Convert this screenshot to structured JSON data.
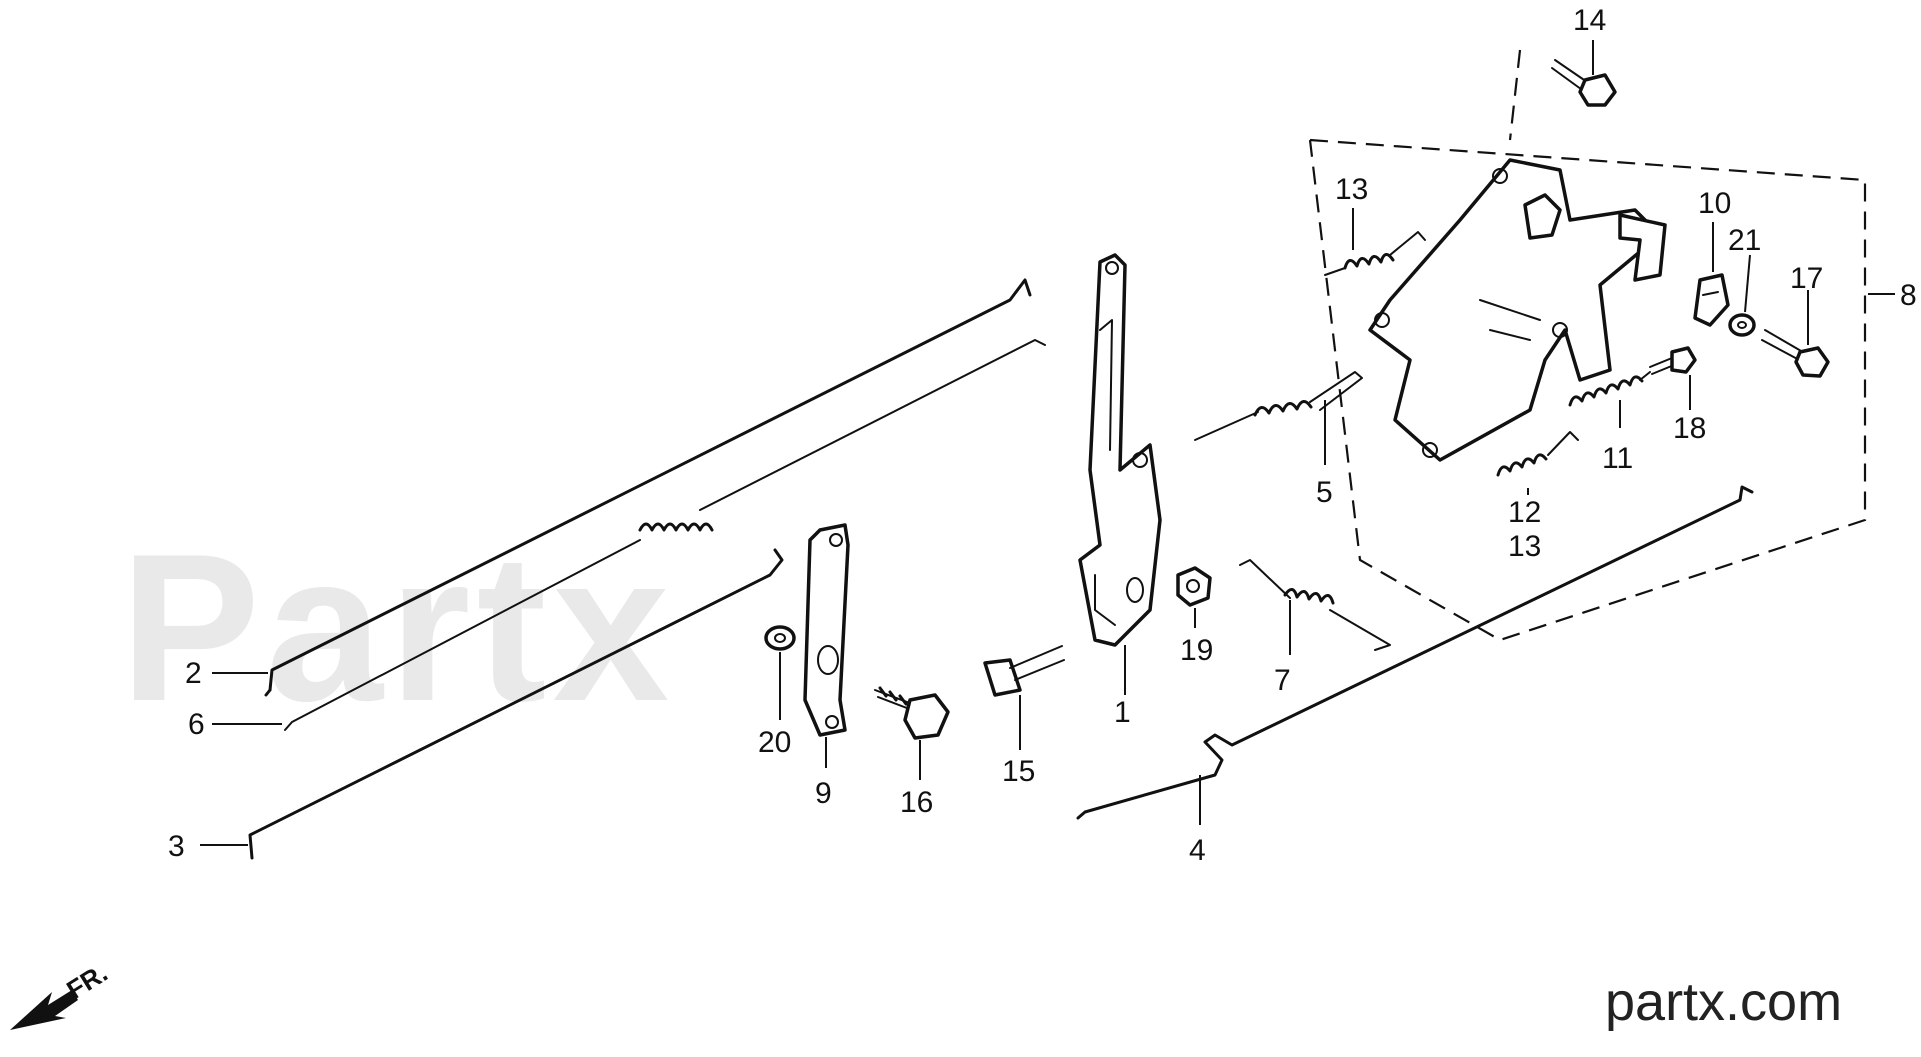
{
  "callouts": {
    "p1": "1",
    "p2": "2",
    "p3": "3",
    "p4": "4",
    "p5": "5",
    "p6": "6",
    "p7": "7",
    "p8": "8",
    "p9": "9",
    "p10": "10",
    "p11": "11",
    "p12": "12",
    "p13a": "13",
    "p13b": "13",
    "p14": "14",
    "p15": "15",
    "p16": "16",
    "p17": "17",
    "p18": "18",
    "p19": "19",
    "p20": "20",
    "p21": "21"
  },
  "direction": {
    "label": "FR."
  },
  "branding": {
    "site": "partx.com"
  }
}
